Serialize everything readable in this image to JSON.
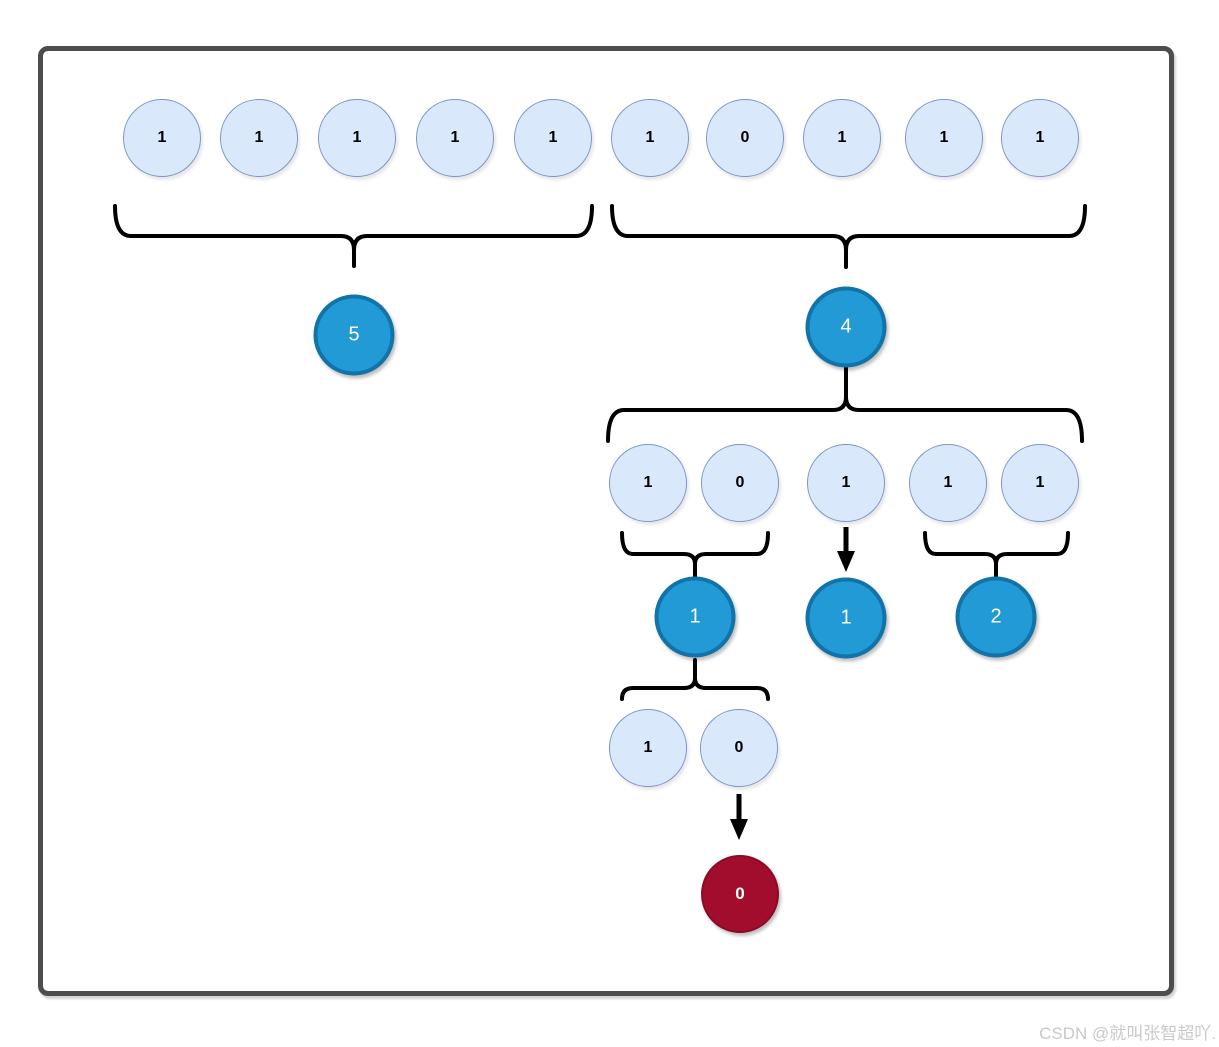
{
  "diagram": {
    "levels": {
      "row1": [
        "1",
        "1",
        "1",
        "1",
        "1",
        "1",
        "0",
        "1",
        "1",
        "1"
      ],
      "row1_counts": [
        "5",
        "4"
      ],
      "row2": [
        "1",
        "0",
        "1",
        "1",
        "1"
      ],
      "row2_counts": [
        "1",
        "1",
        "2"
      ],
      "row3": [
        "1",
        "0"
      ],
      "result": "0"
    },
    "colors": {
      "leaf_fill": "#dae8fc",
      "leaf_border": "#7c96c8",
      "count_fill": "#219ad6",
      "count_border": "#1173a7",
      "result_fill": "#a30d2d",
      "result_border": "#8c0a26",
      "frame_border": "#4d4d4d",
      "connector": "#000000"
    }
  },
  "watermark": "CSDN @就叫张智超吖."
}
